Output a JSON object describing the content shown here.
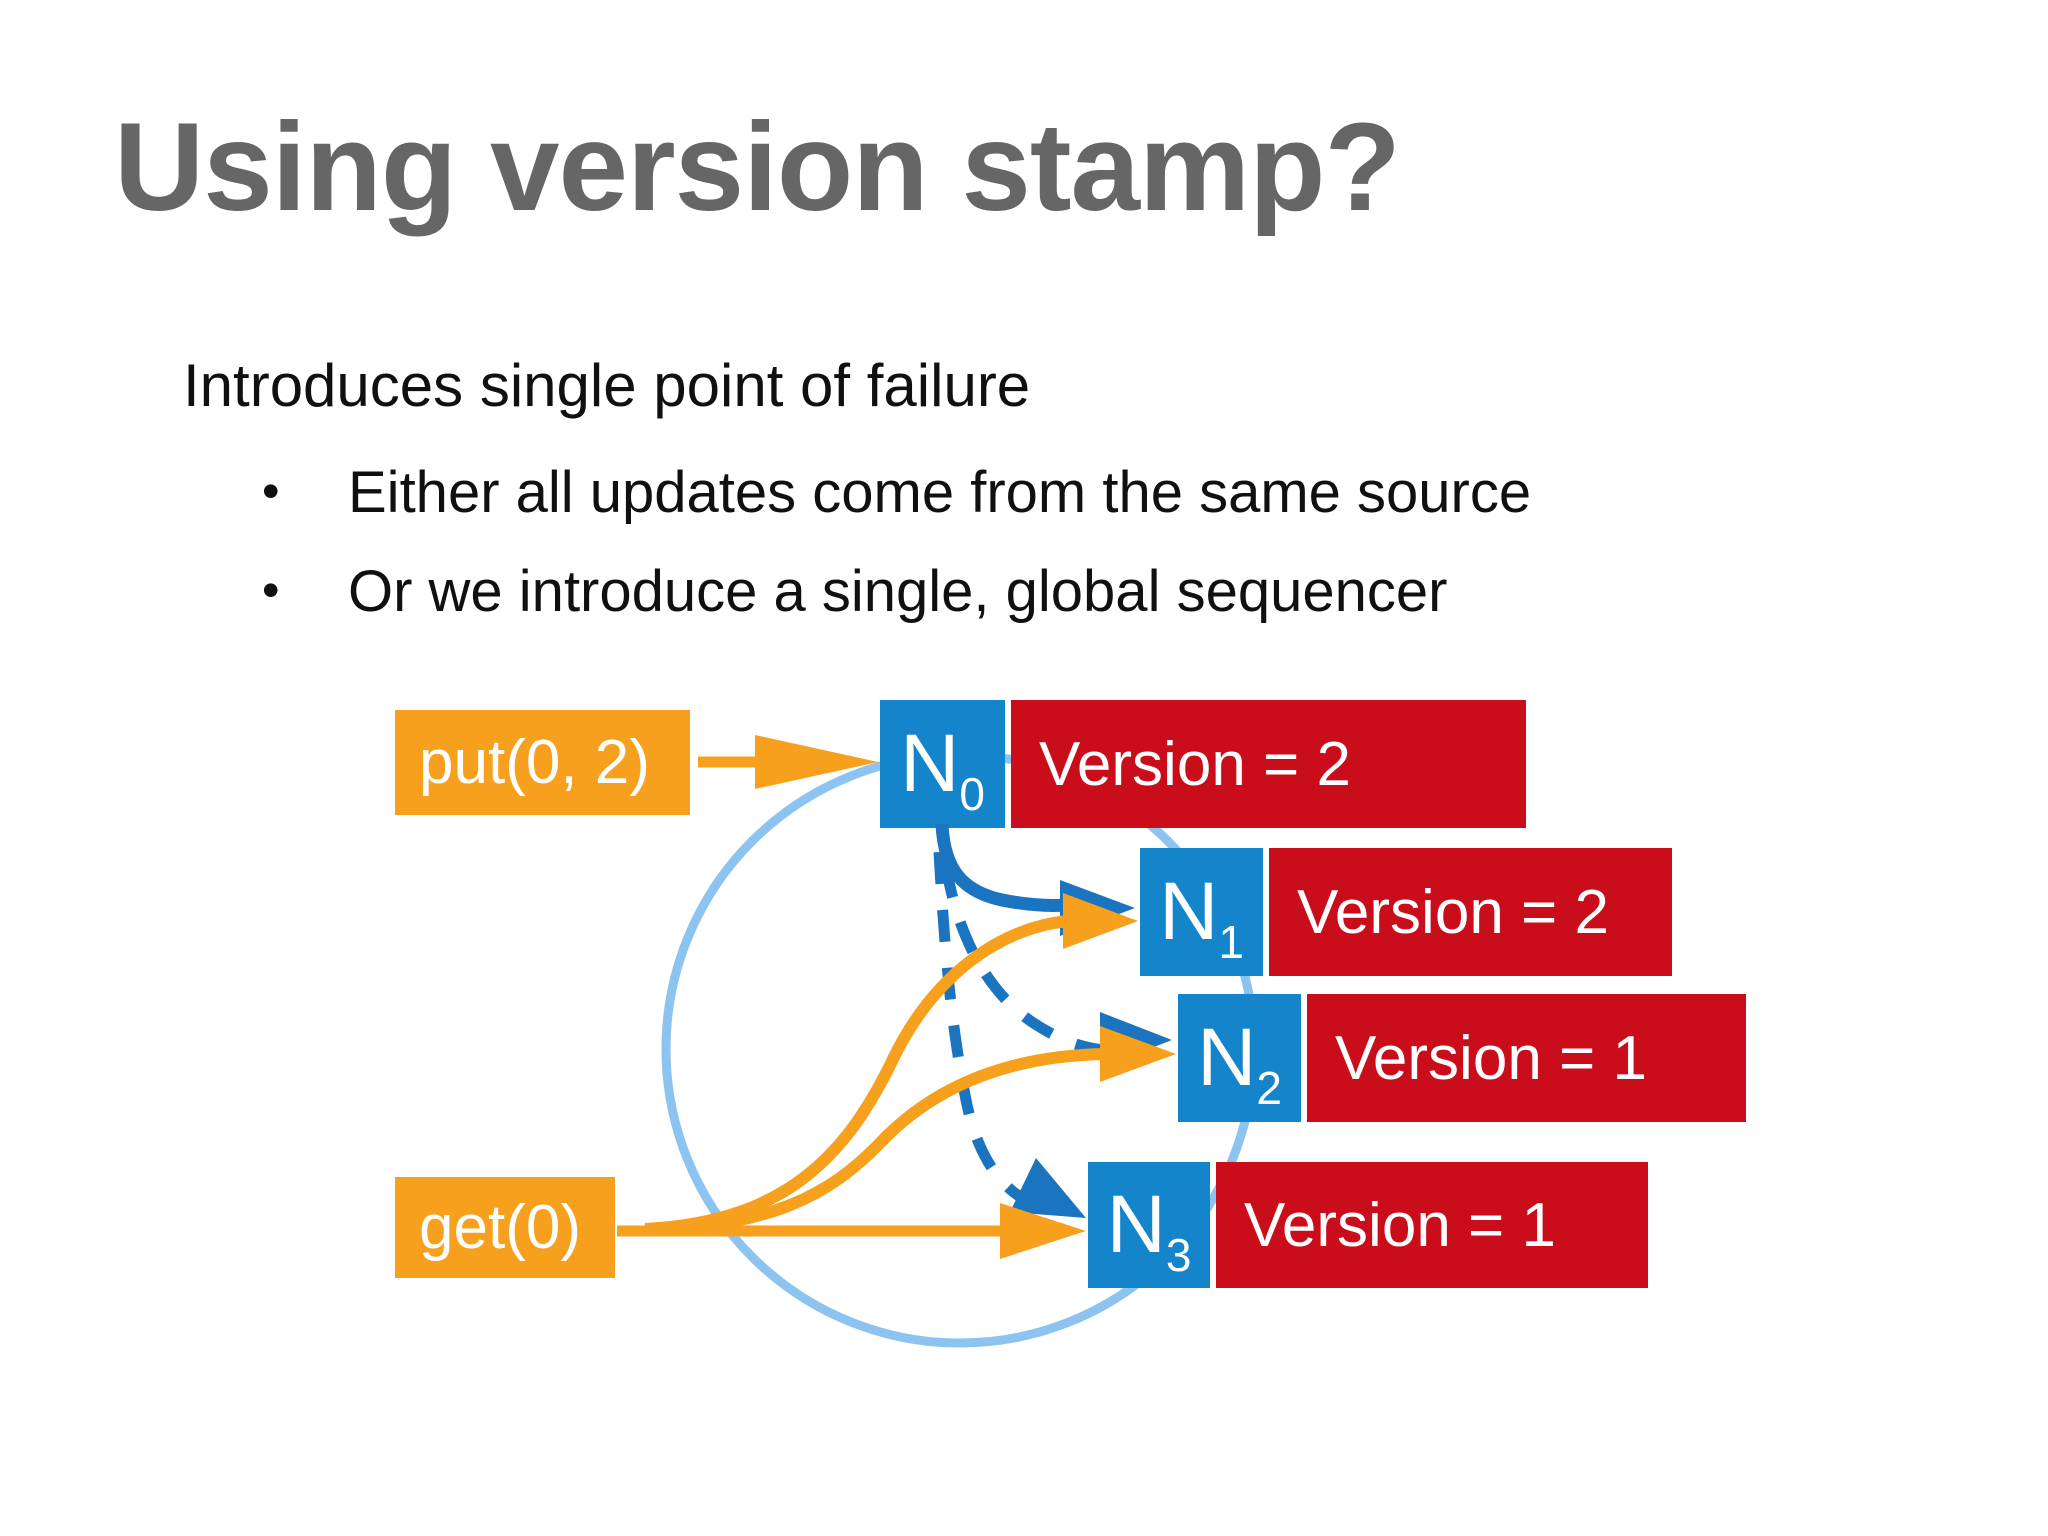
{
  "slide": {
    "title": "Using version stamp?",
    "heading": "Introduces single point of failure",
    "bullet_glyph": "•",
    "bullets": [
      "Either all updates come from the same source",
      "Or we introduce a single, global sequencer"
    ]
  },
  "diagram": {
    "operations": {
      "put": {
        "label": "put(0, 2)"
      },
      "get": {
        "label": "get(0)"
      }
    },
    "nodes": [
      {
        "name": "N",
        "sub": "0",
        "version": "Version = 2"
      },
      {
        "name": "N",
        "sub": "1",
        "version": "Version = 2"
      },
      {
        "name": "N",
        "sub": "2",
        "version": "Version = 1"
      },
      {
        "name": "N",
        "sub": "3",
        "version": "Version = 1"
      }
    ],
    "colors": {
      "node_blue": "#1484CB",
      "version_red": "#C90D1A",
      "operation_orange": "#F7A01D",
      "arrow_blue": "#1B74C0",
      "ring_light_blue": "#8CC3F0",
      "title_gray": "#666666"
    }
  }
}
